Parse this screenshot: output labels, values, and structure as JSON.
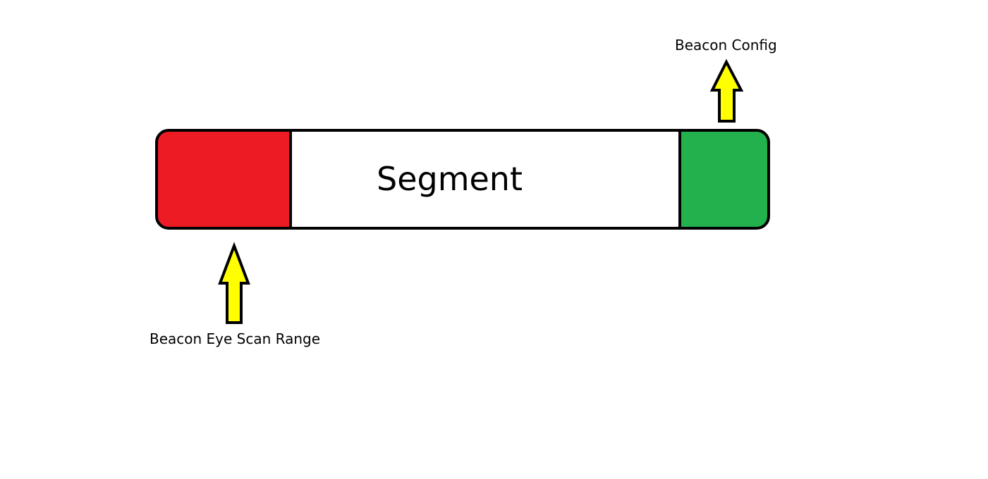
{
  "diagram": {
    "segment_label": "Segment",
    "left_block_label": "Beacon Eye Scan Range",
    "right_block_label": "Beacon Config",
    "colors": {
      "left_block": "#ED1C24",
      "middle_block": "#FFFFFF",
      "right_block": "#22B14C",
      "arrow_fill": "#FFFF00",
      "outline": "#000000"
    }
  }
}
